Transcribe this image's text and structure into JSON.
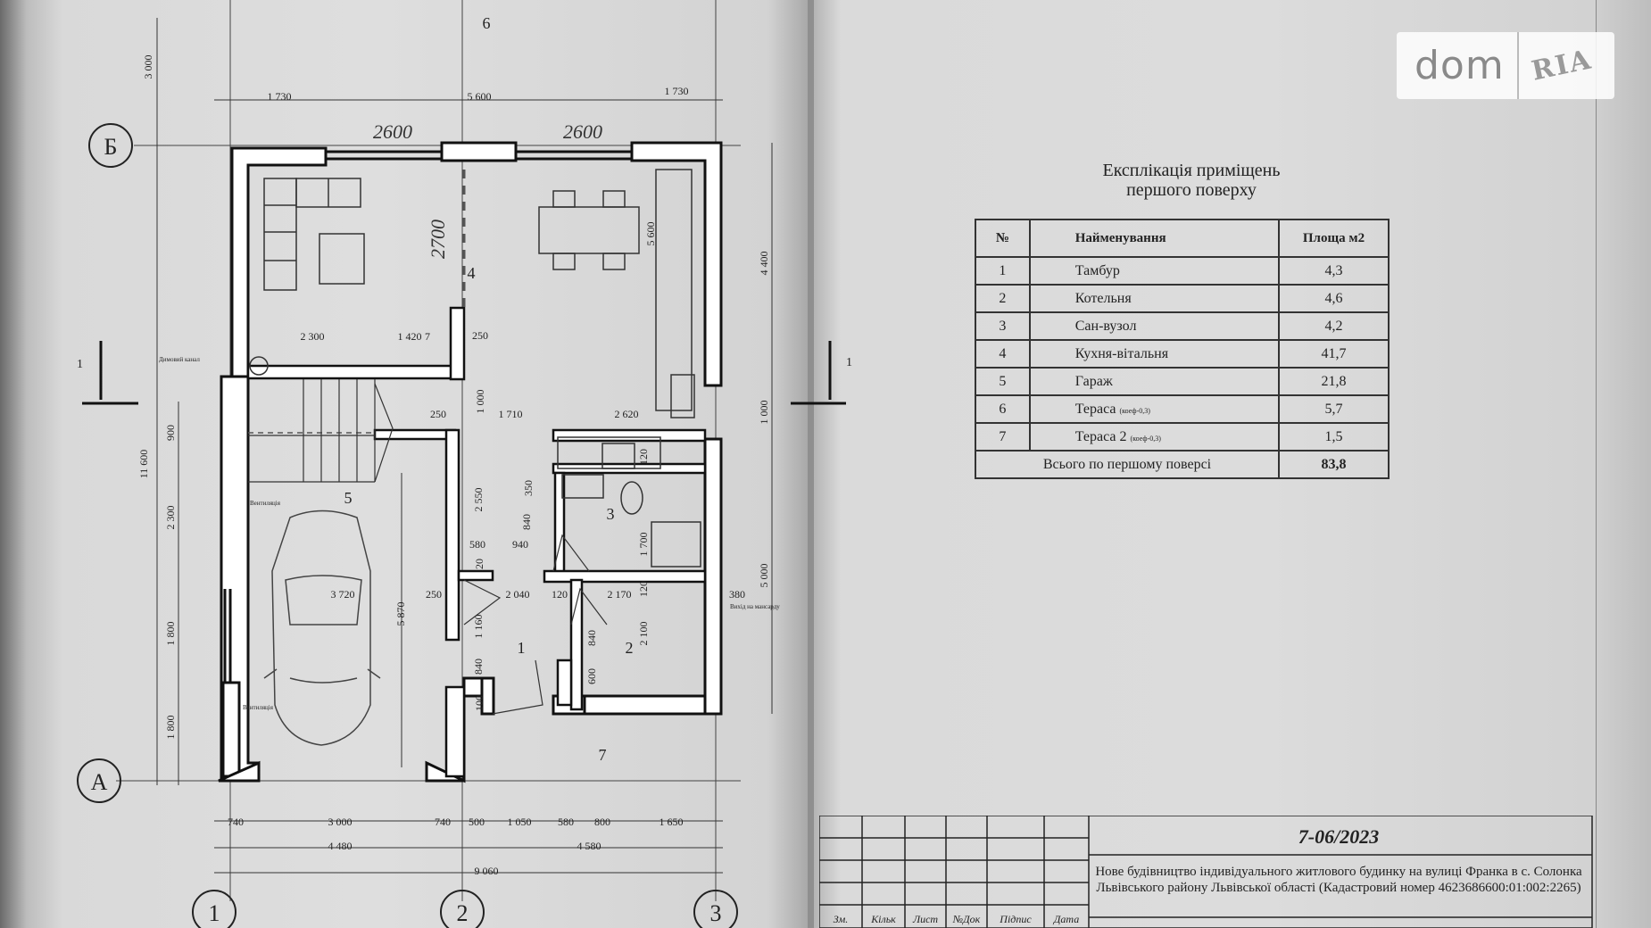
{
  "watermark": {
    "brand": "dom",
    "brand2": "RIA"
  },
  "explication": {
    "title_line1": "Експлікація приміщень",
    "title_line2": "першого поверху",
    "headers": {
      "num": "№",
      "name": "Найменування",
      "area": "Площа м2"
    },
    "rows": [
      {
        "num": "1",
        "name": "Тамбур",
        "note": "",
        "area": "4,3"
      },
      {
        "num": "2",
        "name": "Котельня",
        "note": "",
        "area": "4,6"
      },
      {
        "num": "3",
        "name": "Сан-вузол",
        "note": "",
        "area": "4,2"
      },
      {
        "num": "4",
        "name": "Кухня-вітальня",
        "note": "",
        "area": "41,7"
      },
      {
        "num": "5",
        "name": "Гараж",
        "note": "",
        "area": "21,8"
      },
      {
        "num": "6",
        "name": "Тераса",
        "note": "(коеф-0,3)",
        "area": "5,7"
      },
      {
        "num": "7",
        "name": "Тераса 2",
        "note": "(коеф-0,3)",
        "area": "1,5"
      }
    ],
    "total_label": "Всього по першому поверсі",
    "total_value": "83,8"
  },
  "stamp": {
    "date": "7-06/2023",
    "description": "Нове будівництво індивідуального житлового будинку  на вулиці Франка в с. Солонка Львівського району Львівської області (Кадастровий номер 4623686600:01:002:2265)",
    "cols": [
      "Зм.",
      "Кільк",
      "Лист",
      "№Док",
      "Підпис",
      "Дата"
    ]
  },
  "plan": {
    "axes": {
      "b": "Б",
      "a": "А",
      "n1": "1",
      "n2": "2",
      "n3": "3"
    },
    "section_mark": "1",
    "rooms": {
      "r1": "1",
      "r2": "2",
      "r3": "3",
      "r4": "4",
      "r5": "5",
      "r6": "6",
      "r7": "7"
    },
    "handwritten": {
      "w1": "2600",
      "w2": "2600",
      "w3": "2700"
    },
    "dims_top": [
      "1 730",
      "5 600",
      "1 730"
    ],
    "dims_bottom_row1": [
      "740",
      "3 000",
      "740",
      "500",
      "1 050",
      "580",
      "800",
      "1 650"
    ],
    "dims_bottom_row2": [
      "4 480",
      "4 580"
    ],
    "dims_bottom_total": "9 060",
    "dims_left": [
      "3 000",
      "11 600",
      "900",
      "2 300",
      "1 800",
      "1 800"
    ],
    "dims_right": [
      "4 400",
      "1 000",
      "5 000"
    ],
    "dims_inner": [
      "5 600",
      "2 300",
      "1 420",
      "7",
      "250",
      "1 000",
      "1 710",
      "2 620",
      "250",
      "2 550",
      "350",
      "840",
      "580",
      "940",
      "1 700",
      "3 720",
      "250",
      "2 040",
      "120",
      "2 170",
      "380",
      "5 870",
      "1 160",
      "840",
      "840",
      "600",
      "2 100",
      "120",
      "120",
      "20",
      "100"
    ],
    "small_notes": [
      "Димовий канал",
      "Вентиляція",
      "Вентиляція",
      "Вихід на мансарду"
    ]
  }
}
